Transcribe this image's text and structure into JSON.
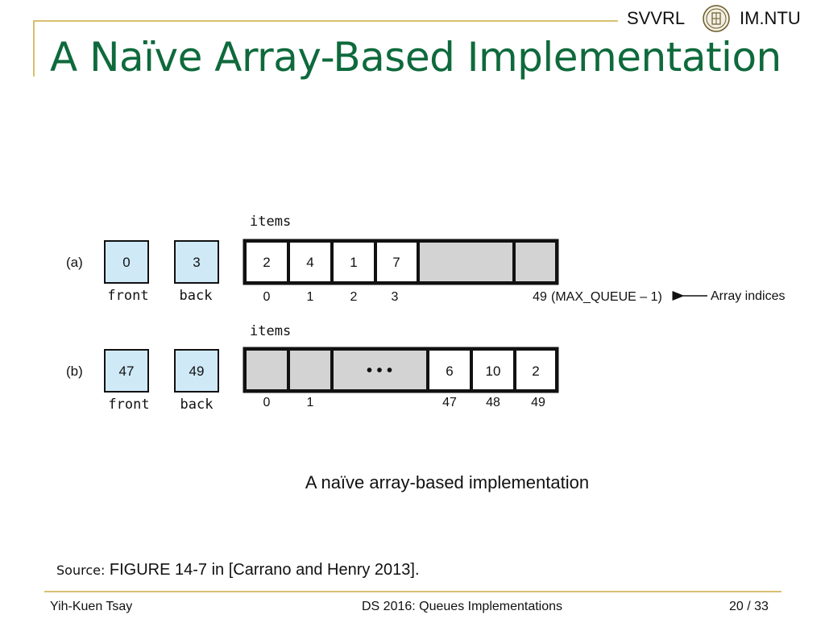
{
  "header": {
    "left_label": "SVVRL",
    "right_label": "IM.NTU"
  },
  "title": "A Naïve Array-Based Implementation",
  "figure": {
    "array_name": "items",
    "array_indices_label": "Array indices",
    "panels": [
      {
        "label": "(a)",
        "front": "0",
        "back": "3",
        "front_label": "front",
        "back_label": "back",
        "cells": [
          "2",
          "4",
          "1",
          "7",
          "",
          ""
        ],
        "indices": [
          "0",
          "1",
          "2",
          "3",
          "",
          "49"
        ],
        "max_label": "(MAX_QUEUE – 1)"
      },
      {
        "label": "(b)",
        "front": "47",
        "back": "49",
        "front_label": "front",
        "back_label": "back",
        "cells": [
          "",
          "",
          "• • •",
          "6",
          "10",
          "2"
        ],
        "indices": [
          "0",
          "1",
          "",
          "47",
          "48",
          "49"
        ]
      }
    ],
    "colors": {
      "index_box": "#cfe9f7",
      "empty_cell": "#d3d3d3",
      "border": "#111111"
    }
  },
  "caption": "A naïve array-based implementation",
  "source": {
    "label": "Source:",
    "text": "FIGURE 14-7 in [Carrano and Henry 2013]."
  },
  "footer": {
    "left": "Yih-Kuen Tsay",
    "center": "DS 2016: Queues Implementations",
    "page": "20",
    "total": "33"
  }
}
